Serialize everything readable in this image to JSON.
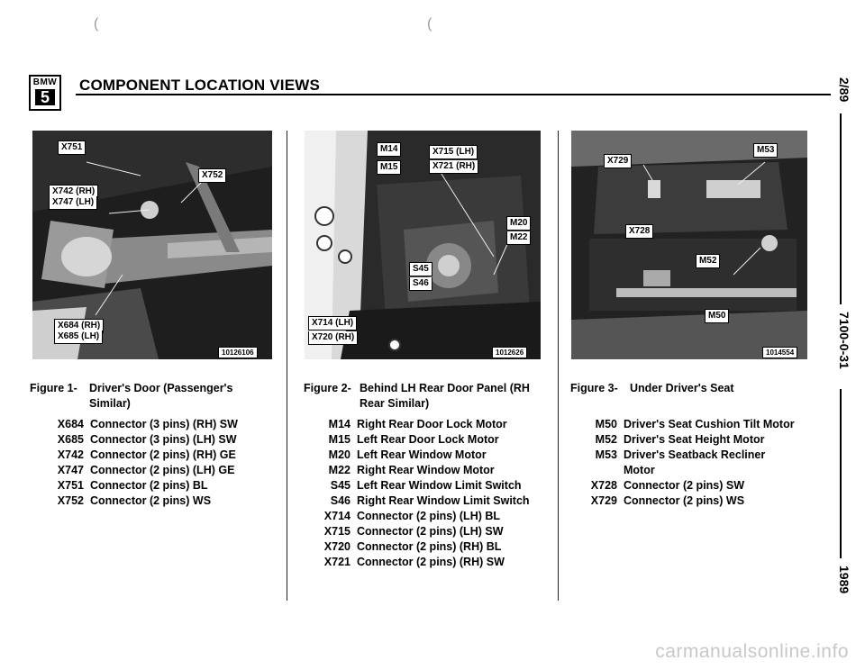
{
  "header": {
    "logo_top": "BMW",
    "logo_number": "5",
    "title": "COMPONENT LOCATION VIEWS"
  },
  "sidebar": {
    "date": "2/89",
    "code": "7100-0-31",
    "year": "1989"
  },
  "figures": [
    {
      "label": "Figure 1-",
      "title": "Driver's Door (Passenger's Similar)",
      "photo_number": "10126106",
      "callouts": [
        "X751",
        "X752",
        "X742 (RH)",
        "X747 (LH)",
        "X684 (RH)",
        "X685 (LH)"
      ],
      "items": [
        {
          "code": "X684",
          "desc": "Connector (3 pins) (RH) SW"
        },
        {
          "code": "X685",
          "desc": "Connector (3 pins) (LH) SW"
        },
        {
          "code": "X742",
          "desc": "Connector (2 pins) (RH) GE"
        },
        {
          "code": "X747",
          "desc": "Connector (2 pins) (LH) GE"
        },
        {
          "code": "X751",
          "desc": "Connector (2 pins) BL"
        },
        {
          "code": "X752",
          "desc": "Connector (2 pins) WS"
        }
      ]
    },
    {
      "label": "Figure 2-",
      "title": "Behind LH Rear Door Panel (RH Rear Similar)",
      "photo_number": "1012626",
      "callouts": [
        "M14",
        "M15",
        "X715 (LH)",
        "X721 (RH)",
        "M20",
        "M22",
        "S45",
        "S46",
        "X714 (LH)",
        "X720 (RH)"
      ],
      "items": [
        {
          "code": "M14",
          "desc": "Right Rear Door Lock Motor"
        },
        {
          "code": "M15",
          "desc": "Left Rear Door Lock Motor"
        },
        {
          "code": "M20",
          "desc": "Left Rear Window Motor"
        },
        {
          "code": "M22",
          "desc": "Right Rear Window Motor"
        },
        {
          "code": "S45",
          "desc": "Left Rear Window Limit Switch"
        },
        {
          "code": "S46",
          "desc": "Right Rear Window Limit Switch"
        },
        {
          "code": "X714",
          "desc": "Connector (2 pins) (LH) BL"
        },
        {
          "code": "X715",
          "desc": "Connector (2 pins) (LH) SW"
        },
        {
          "code": "X720",
          "desc": "Connector (2 pins) (RH) BL"
        },
        {
          "code": "X721",
          "desc": "Connector (2 pins) (RH) SW"
        }
      ]
    },
    {
      "label": "Figure 3-",
      "title": "Under Driver's Seat",
      "photo_number": "1014554",
      "callouts": [
        "X729",
        "M53",
        "X728",
        "M52",
        "M50"
      ],
      "items": [
        {
          "code": "M50",
          "desc": "Driver's Seat Cushion Tilt Motor"
        },
        {
          "code": "M52",
          "desc": "Driver's Seat Height Motor"
        },
        {
          "code": "M53",
          "desc": "Driver's Seatback Recliner Motor"
        },
        {
          "code": "X728",
          "desc": "Connector (2 pins) SW"
        },
        {
          "code": "X729",
          "desc": "Connector (2 pins) WS"
        }
      ]
    }
  ],
  "watermark": "carmanualsonline.info",
  "colors": {
    "ink": "#000000",
    "photo_dark": "#1e1e1e",
    "photo_mid": "#6a6a6a",
    "watermark": "#c8c8c8"
  }
}
